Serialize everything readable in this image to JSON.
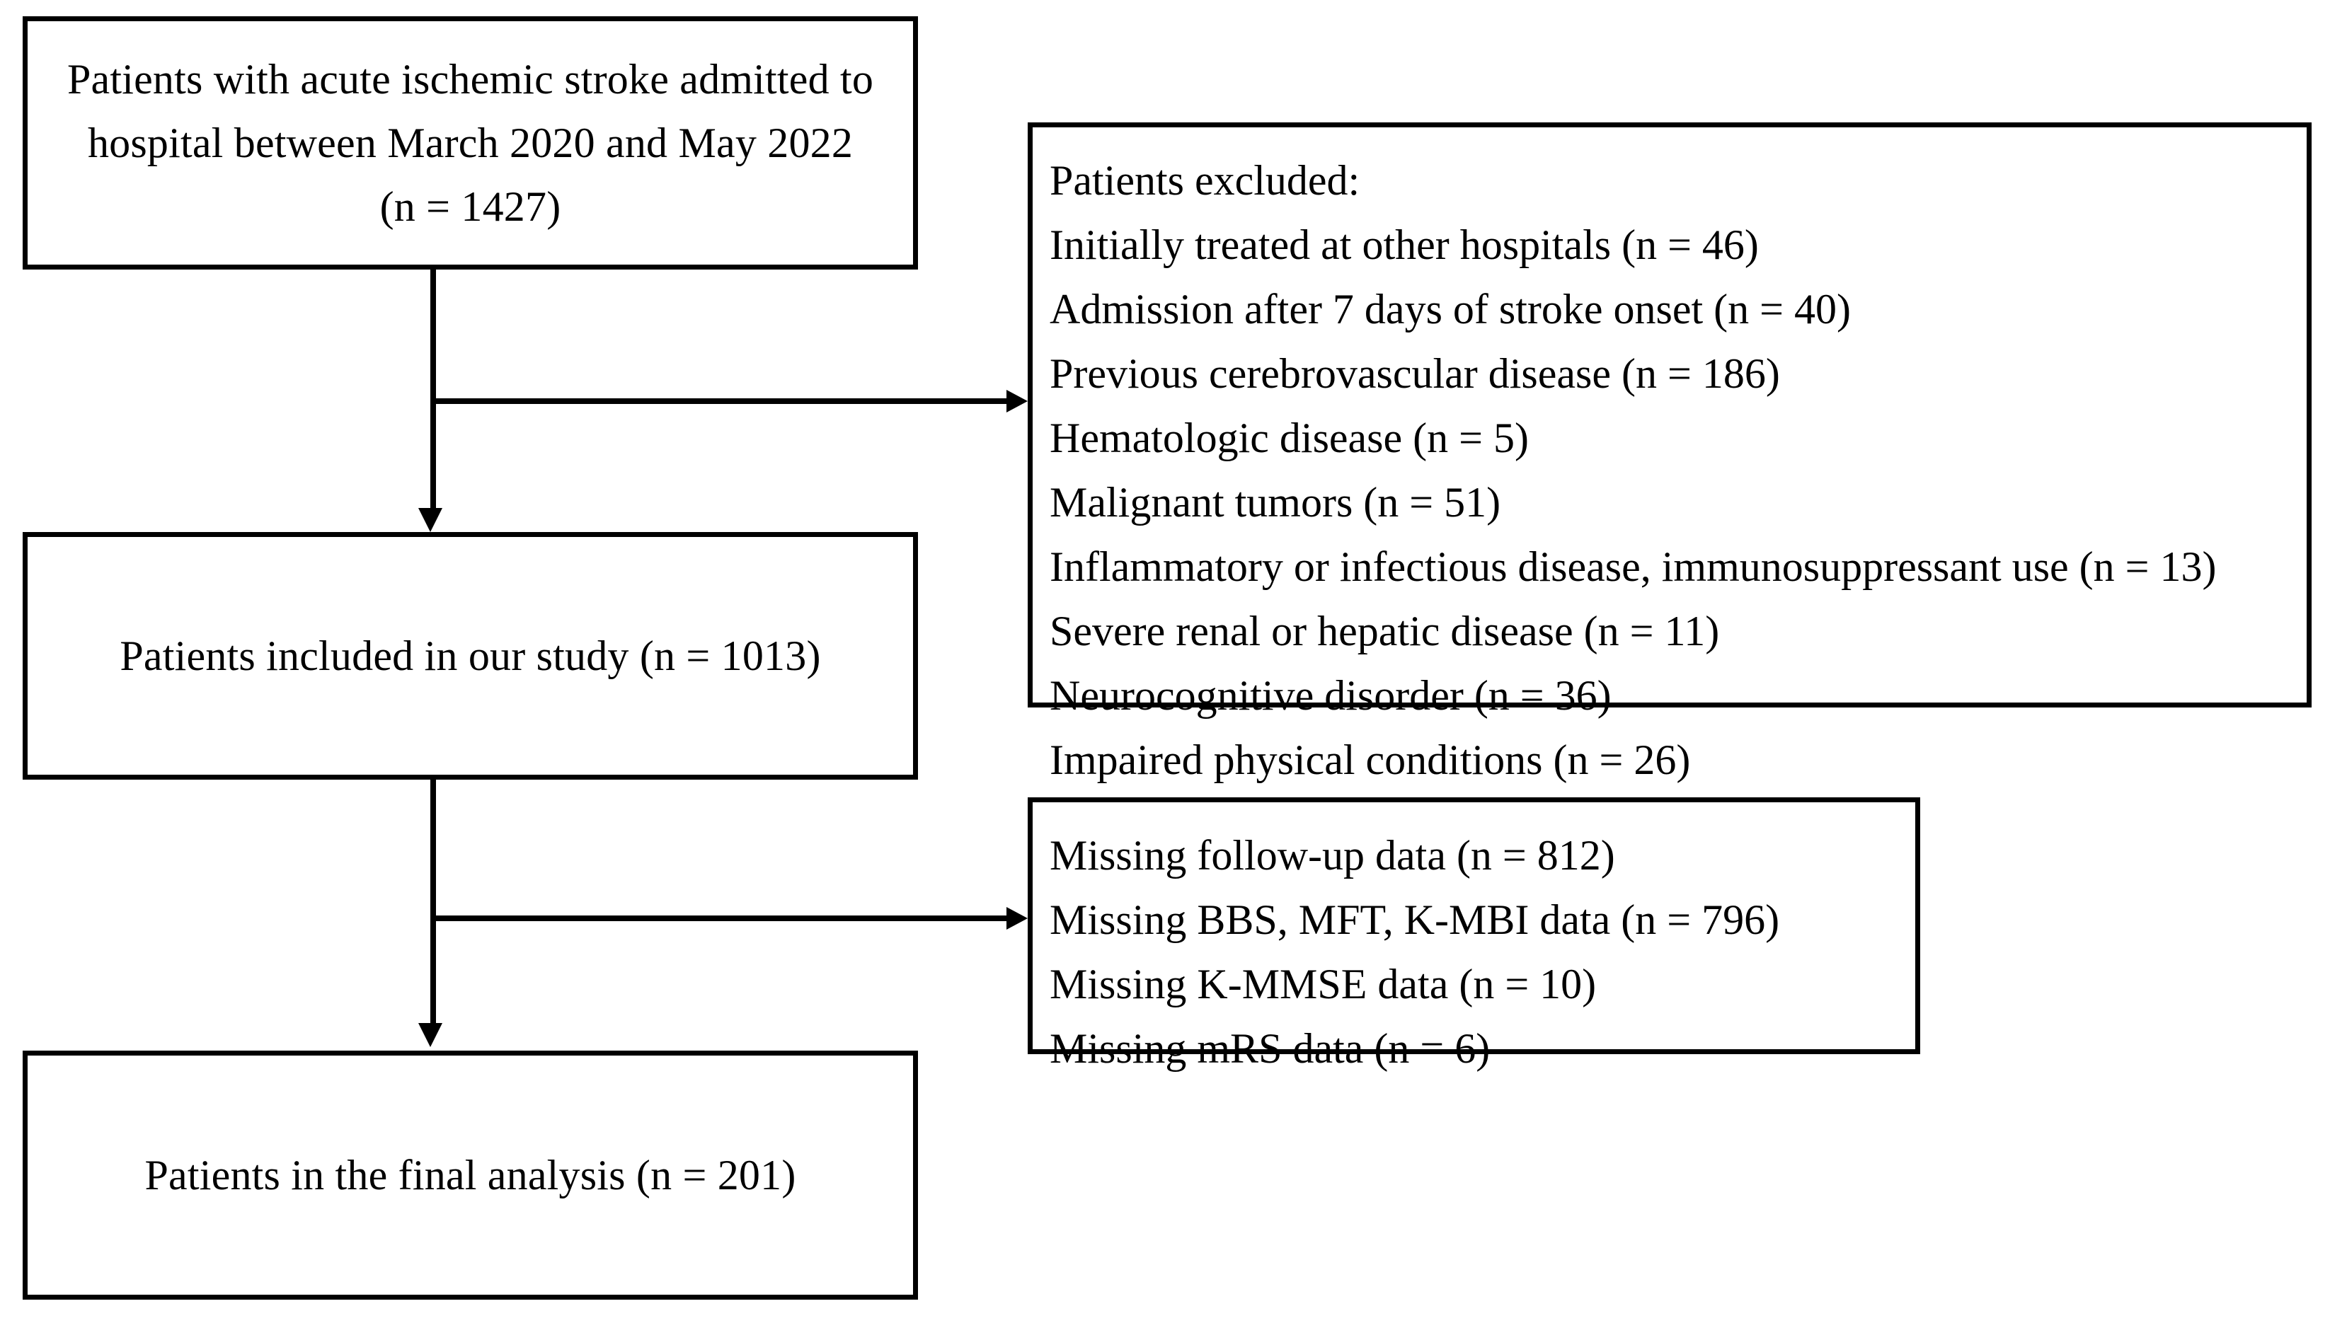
{
  "diagram": {
    "type": "study-flow-diagram",
    "nodes": {
      "enrolled": {
        "text": "Patients with acute ischemic stroke admitted to\nhospital between March 2020 and May 2022\n(n = 1427)",
        "count": 1427
      },
      "included": {
        "text": "Patients included in our study (n = 1013)",
        "count": 1013
      },
      "final": {
        "text": "Patients in the final analysis (n = 201)",
        "count": 201
      },
      "excluded": {
        "heading": "Patients excluded:",
        "lines": [
          "Patients excluded:",
          "Initially treated at other hospitals (n = 46)",
          "Admission after 7 days of stroke onset (n = 40)",
          "Previous cerebrovascular disease (n = 186)",
          "Hematologic disease (n = 5)",
          "Malignant tumors (n = 51)",
          "Inflammatory or infectious disease, immunosuppressant use (n = 13)",
          "Severe renal or hepatic disease (n = 11)",
          "Neurocognitive disorder (n = 36)",
          "Impaired physical conditions (n = 26)"
        ],
        "counts": [
          46,
          40,
          186,
          5,
          51,
          13,
          11,
          36,
          26
        ]
      },
      "missing": {
        "lines": [
          "Missing follow-up data (n = 812)",
          "Missing BBS, MFT, K-MBI data (n = 796)",
          "Missing K-MMSE data (n = 10)",
          "Missing mRS data (n = 6)"
        ],
        "counts": [
          812,
          796,
          10,
          6
        ]
      }
    },
    "colors": {
      "stroke": "#000000",
      "background": "#ffffff"
    }
  }
}
